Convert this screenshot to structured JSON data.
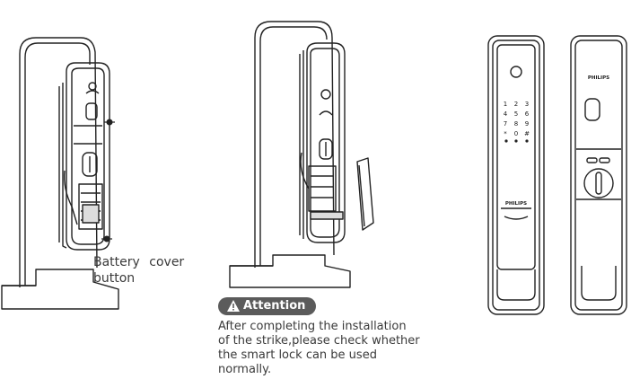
{
  "figure1": {
    "callout": [
      "Battery cover",
      "button"
    ]
  },
  "figure2": {
    "attention_label": "Attention",
    "attention_icon": "warning-triangle-icon",
    "note_lines": [
      "After completing the installation",
      "of the strike,please check whether",
      "the smart lock can be used",
      "normally."
    ]
  },
  "figure3": {
    "brand_front": "PHILIPS",
    "brand_back": "PHILIPS",
    "keypad": [
      "1",
      "2",
      "3",
      "4",
      "5",
      "6",
      "7",
      "8",
      "9",
      "*",
      "0",
      "#"
    ]
  },
  "colors": {
    "line": "#222222",
    "badge": "#5b5b5b"
  }
}
